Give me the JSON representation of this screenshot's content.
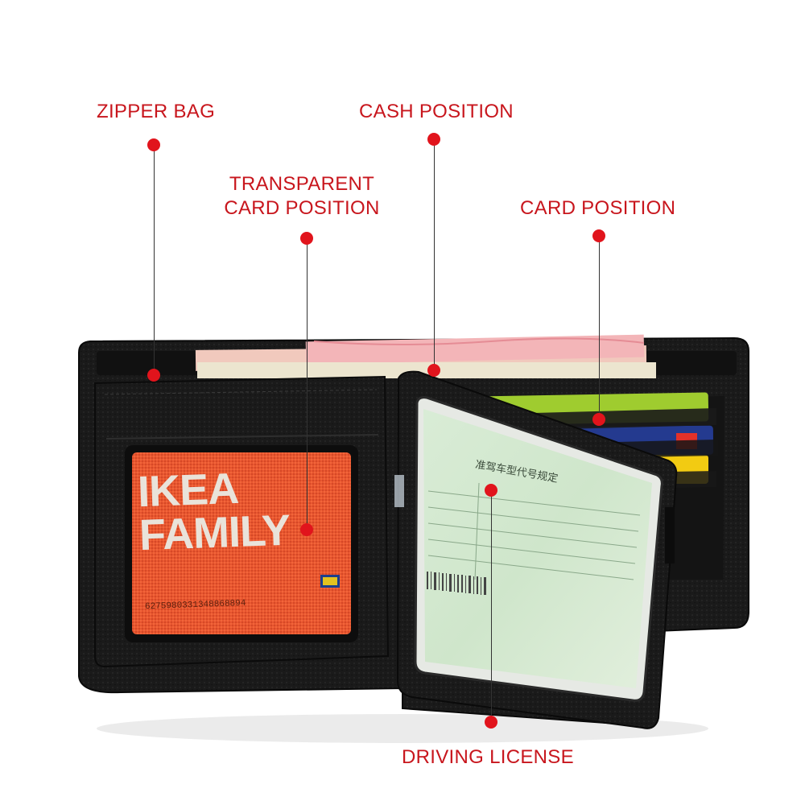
{
  "image": {
    "subject": "black-leather-bifold-wallet",
    "background_color": "#ffffff",
    "accent_color": "#e1141c",
    "label_color": "#c8161d"
  },
  "labels": {
    "zipper_bag": "ZIPPER BAG",
    "cash_position": "CASH POSITION",
    "transparent_card_line1": "TRANSPARENT",
    "transparent_card_line2": "CARD POSITION",
    "card_position": "CARD POSITION",
    "driving_license": "DRIVING LICENSE"
  },
  "card_print": {
    "brand_line1": "IKEA",
    "brand_line2": "FAMILY",
    "card_number": "6275980331348868894"
  },
  "license_print": {
    "heading": "准驾车型代号规定"
  }
}
